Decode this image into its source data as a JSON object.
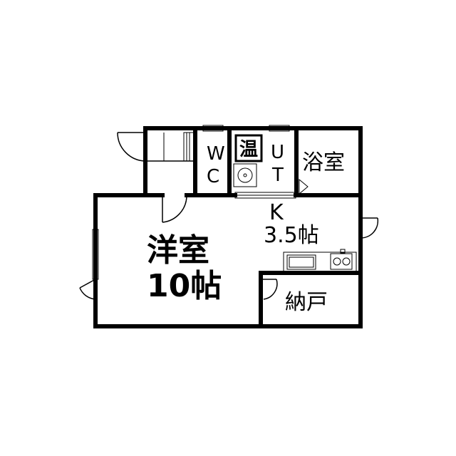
{
  "plan": {
    "western_room": {
      "name": "洋室",
      "size": "10帖"
    },
    "kitchen": {
      "name": "K",
      "size": "3.5帖"
    },
    "bath": {
      "name": "浴室"
    },
    "storage": {
      "name": "納戸"
    },
    "toilet": {
      "line1": "W",
      "line2": "C"
    },
    "utility": {
      "line1": "U",
      "line2": "T"
    },
    "water_heater": {
      "symbol": "温"
    }
  }
}
